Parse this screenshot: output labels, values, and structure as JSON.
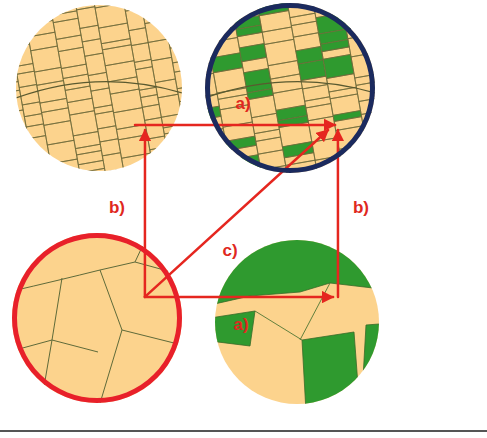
{
  "diagram": {
    "nodes": [
      {
        "text": []
      },
      {
        "text": []
      },
      {
        "text": []
      },
      {
        "text": []
      }
    ],
    "edges": [
      {
        "from": 0,
        "to": 1,
        "arrow": "to",
        "label": "a)"
      },
      {
        "from": 2,
        "to": 0,
        "arrow": "to",
        "label": "b)"
      },
      {
        "from": 2,
        "to": 1,
        "arrow": "to",
        "label": "c)"
      },
      {
        "from": 3,
        "to": 1,
        "arrow": "to",
        "label": "b)"
      },
      {
        "from": 2,
        "to": 3,
        "arrow": "to",
        "label": "a)"
      }
    ]
  }
}
